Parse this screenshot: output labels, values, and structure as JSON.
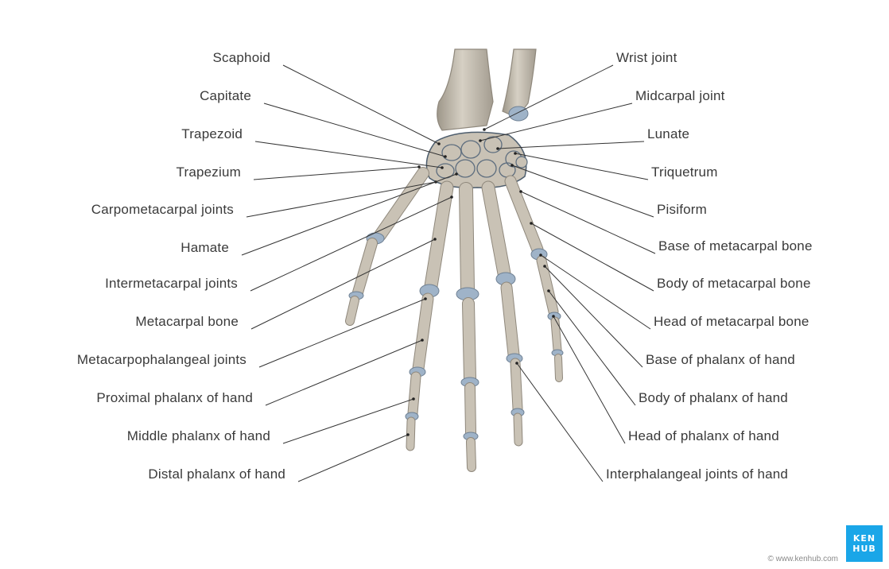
{
  "labels_left": [
    {
      "id": "scaphoid",
      "text": "Scaphoid"
    },
    {
      "id": "capitate",
      "text": "Capitate"
    },
    {
      "id": "trapezoid",
      "text": "Trapezoid"
    },
    {
      "id": "trapezium",
      "text": "Trapezium"
    },
    {
      "id": "carpometacarpal-joints",
      "text": "Carpometacarpal joints"
    },
    {
      "id": "hamate",
      "text": "Hamate"
    },
    {
      "id": "intermetacarpal-joints",
      "text": "Intermetacarpal joints"
    },
    {
      "id": "metacarpal-bone",
      "text": "Metacarpal bone"
    },
    {
      "id": "metacarpophalangeal-joints",
      "text": "Metacarpophalangeal joints"
    },
    {
      "id": "proximal-phalanx",
      "text": "Proximal phalanx of hand"
    },
    {
      "id": "middle-phalanx",
      "text": "Middle phalanx of hand"
    },
    {
      "id": "distal-phalanx",
      "text": "Distal phalanx of hand"
    }
  ],
  "labels_right": [
    {
      "id": "wrist-joint",
      "text": "Wrist joint"
    },
    {
      "id": "midcarpal-joint",
      "text": "Midcarpal joint"
    },
    {
      "id": "lunate",
      "text": "Lunate"
    },
    {
      "id": "triquetrum",
      "text": "Triquetrum"
    },
    {
      "id": "pisiform",
      "text": "Pisiform"
    },
    {
      "id": "base-metacarpal",
      "text": "Base of metacarpal bone"
    },
    {
      "id": "body-metacarpal",
      "text": "Body of metacarpal bone"
    },
    {
      "id": "head-metacarpal",
      "text": "Head of metacarpal bone"
    },
    {
      "id": "base-phalanx",
      "text": "Base of phalanx of hand"
    },
    {
      "id": "body-phalanx",
      "text": "Body of phalanx of hand"
    },
    {
      "id": "head-phalanx",
      "text": "Head of phalanx of hand"
    },
    {
      "id": "interphalangeal-joints",
      "text": "Interphalangeal joints of hand"
    }
  ],
  "logo": {
    "line1": "KEN",
    "line2": "HUB"
  },
  "copyright": "© www.kenhub.com",
  "colors": {
    "bone": "#c9c2b5",
    "bone_shadow": "#8f887c",
    "cartilage": "#9fb3c8",
    "leader": "#333333",
    "brand": "#1aa6e8"
  }
}
